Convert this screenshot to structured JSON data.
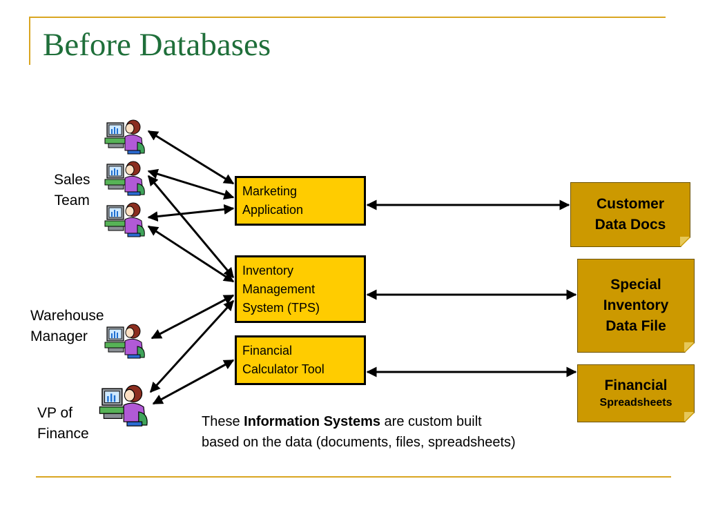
{
  "slide": {
    "title": "Before Databases"
  },
  "people": {
    "sales_team": [
      "Sales",
      "Team"
    ],
    "warehouse_manager": [
      "Warehouse",
      "Manager"
    ],
    "vp_finance": [
      "VP of",
      "Finance"
    ]
  },
  "applications": {
    "marketing": [
      "Marketing",
      "Application"
    ],
    "inventory": [
      "Inventory",
      "Management",
      "System (TPS)"
    ],
    "financial": [
      "Financial",
      "Calculator Tool"
    ]
  },
  "data_stores": {
    "customer": [
      "Customer",
      "Data Docs"
    ],
    "inventory": [
      "Special",
      "Inventory",
      "Data File"
    ],
    "financial": {
      "line1": "Financial",
      "line2": "Spreadsheets"
    }
  },
  "caption": {
    "pre": "These ",
    "bold": "Information Systems",
    "post": " are custom built",
    "line2": "based on the data (documents, files, spreadsheets)"
  },
  "colors": {
    "title": "#1f6f3a",
    "accent_line": "#d9a520",
    "app_fill": "#ffcc00",
    "doc_fill": "#cc9900"
  },
  "icons": {
    "user": "person-at-computer-icon"
  }
}
